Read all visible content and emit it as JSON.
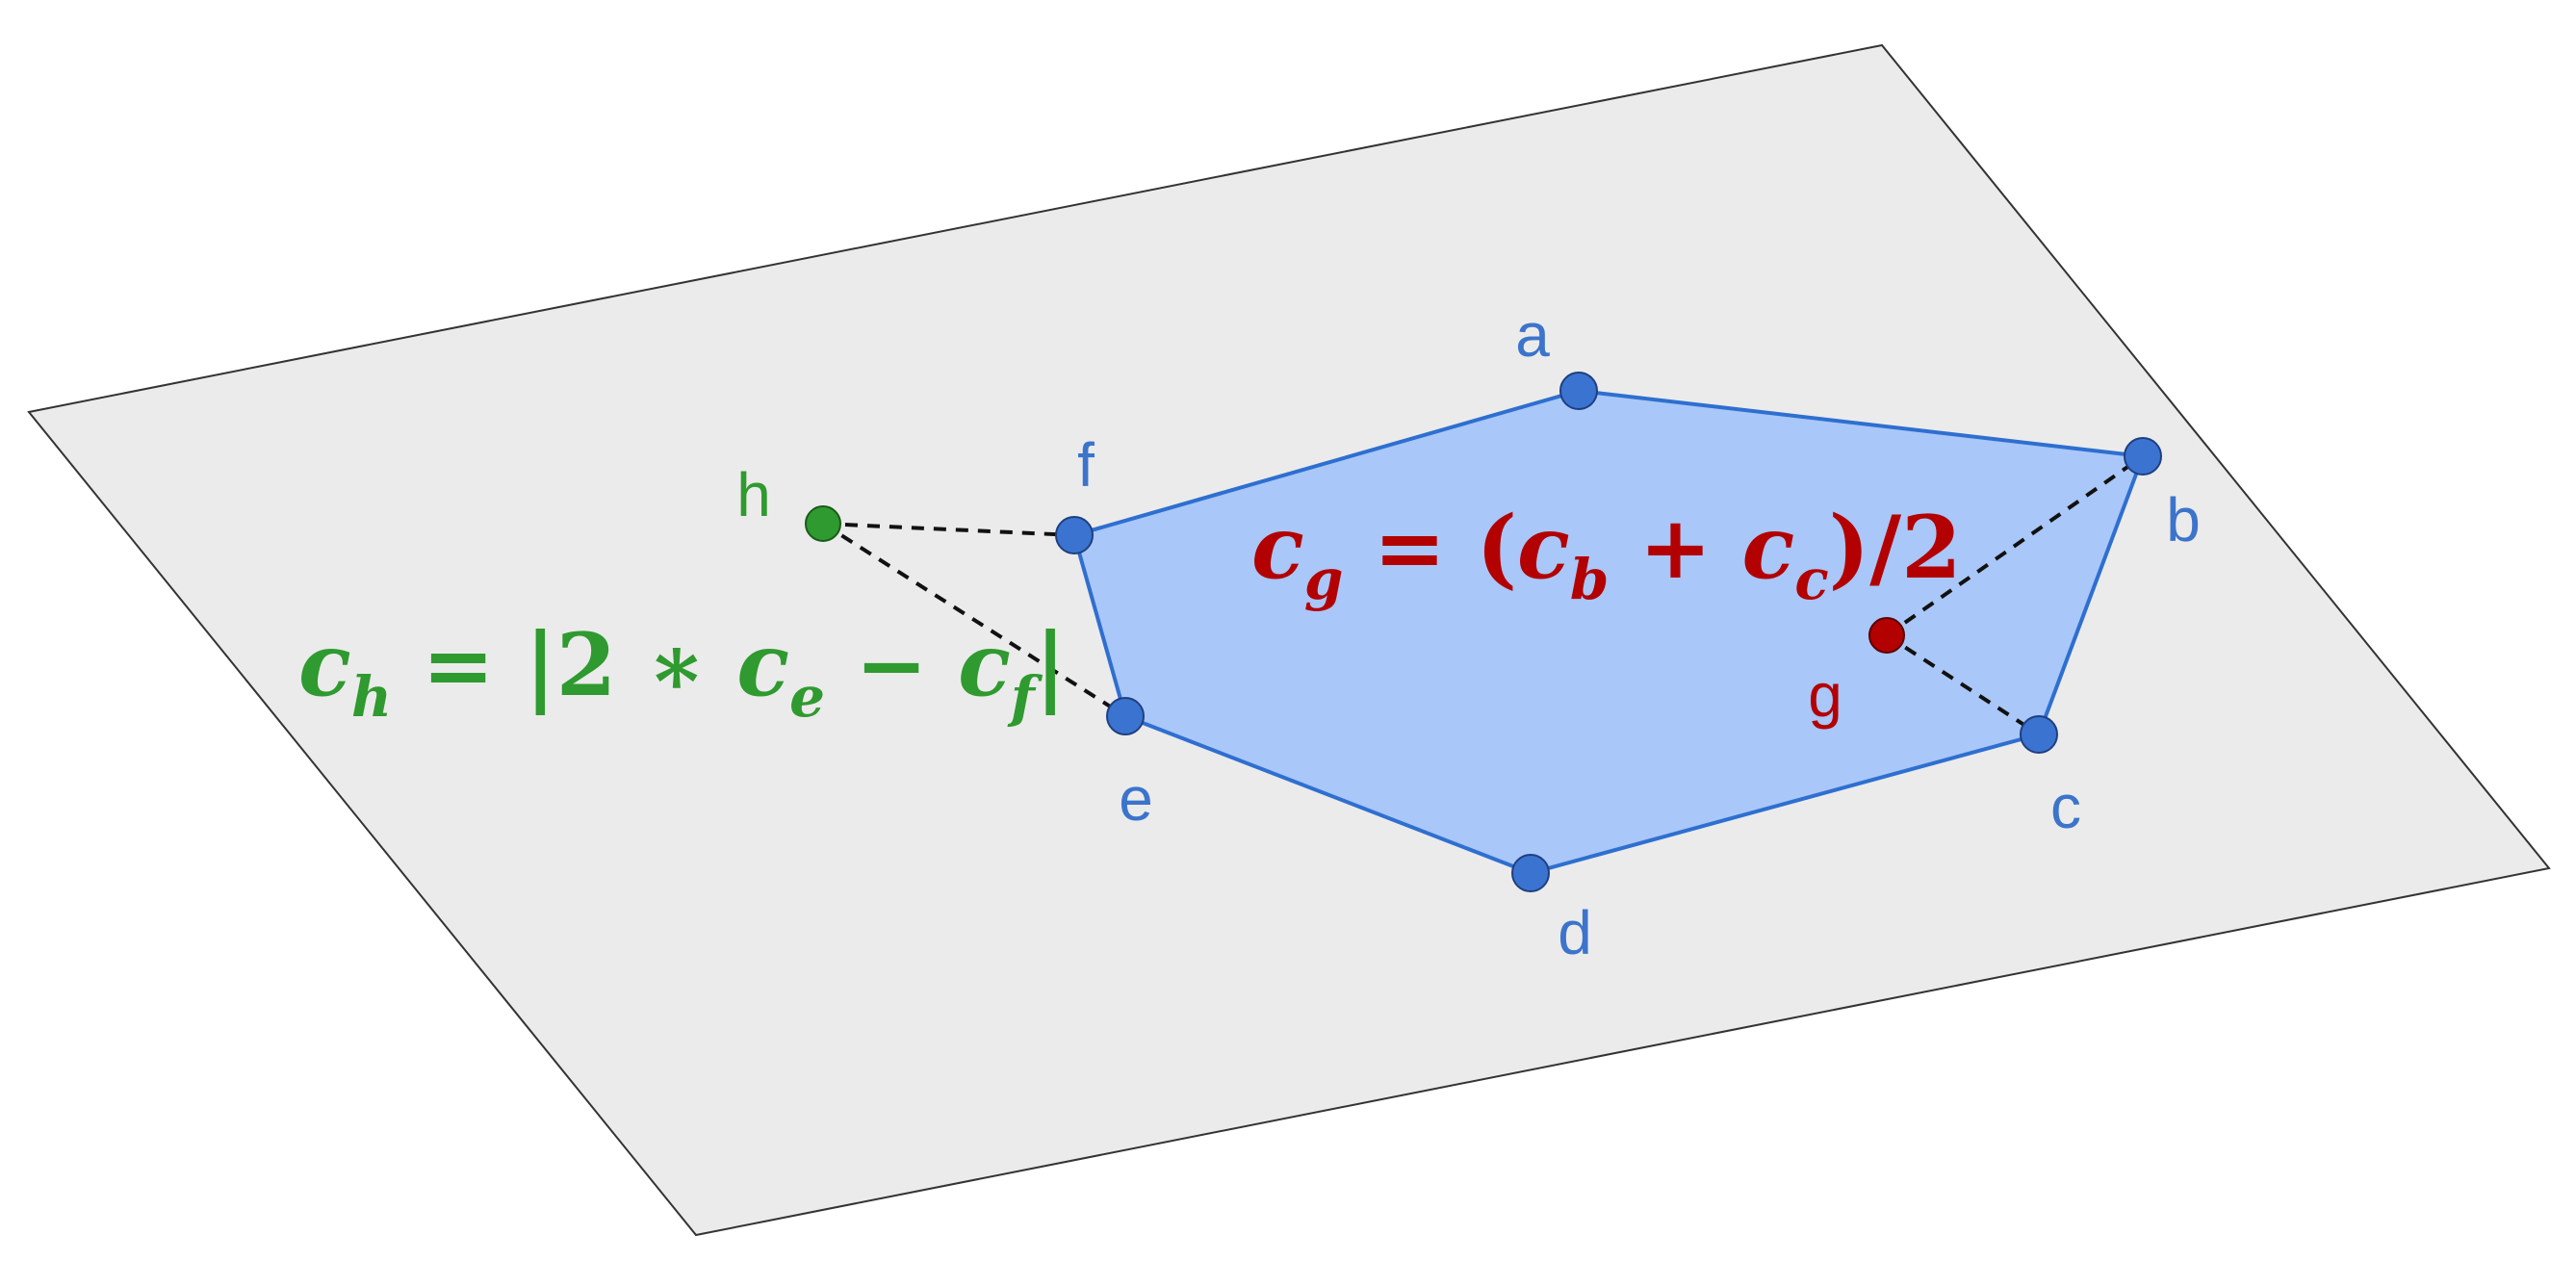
{
  "colors": {
    "plane_fill": "#ebebeb",
    "plane_stroke": "#333333",
    "polygon_fill": "#a9c7f8",
    "polygon_stroke": "#2e6fd0",
    "vertex_fill": "#3a74d0",
    "vertex_stroke": "#1f3f80",
    "label_blue": "#3c74cc",
    "point_g": "#b30000",
    "point_h": "#2f9a2f",
    "formula_red": "#b30000",
    "formula_green": "#2f9a2f",
    "dashed": "#111111"
  },
  "labels": {
    "a": "a",
    "b": "b",
    "c": "c",
    "d": "d",
    "e": "e",
    "f": "f",
    "g": "g",
    "h": "h"
  },
  "formulas": {
    "g": {
      "lhs": "c",
      "lhs_sub": "g",
      "op": " = (",
      "t1": "c",
      "t1_sub": "b",
      "plus": " + ",
      "t2": "c",
      "t2_sub": "c",
      "tail": ")/2"
    },
    "h": {
      "lhs": "c",
      "lhs_sub": "h",
      "op": " = |2 ∗ ",
      "t1": "c",
      "t1_sub": "e",
      "minus": " − ",
      "t2": "c",
      "t2_sub": "f",
      "tail": "|"
    }
  }
}
